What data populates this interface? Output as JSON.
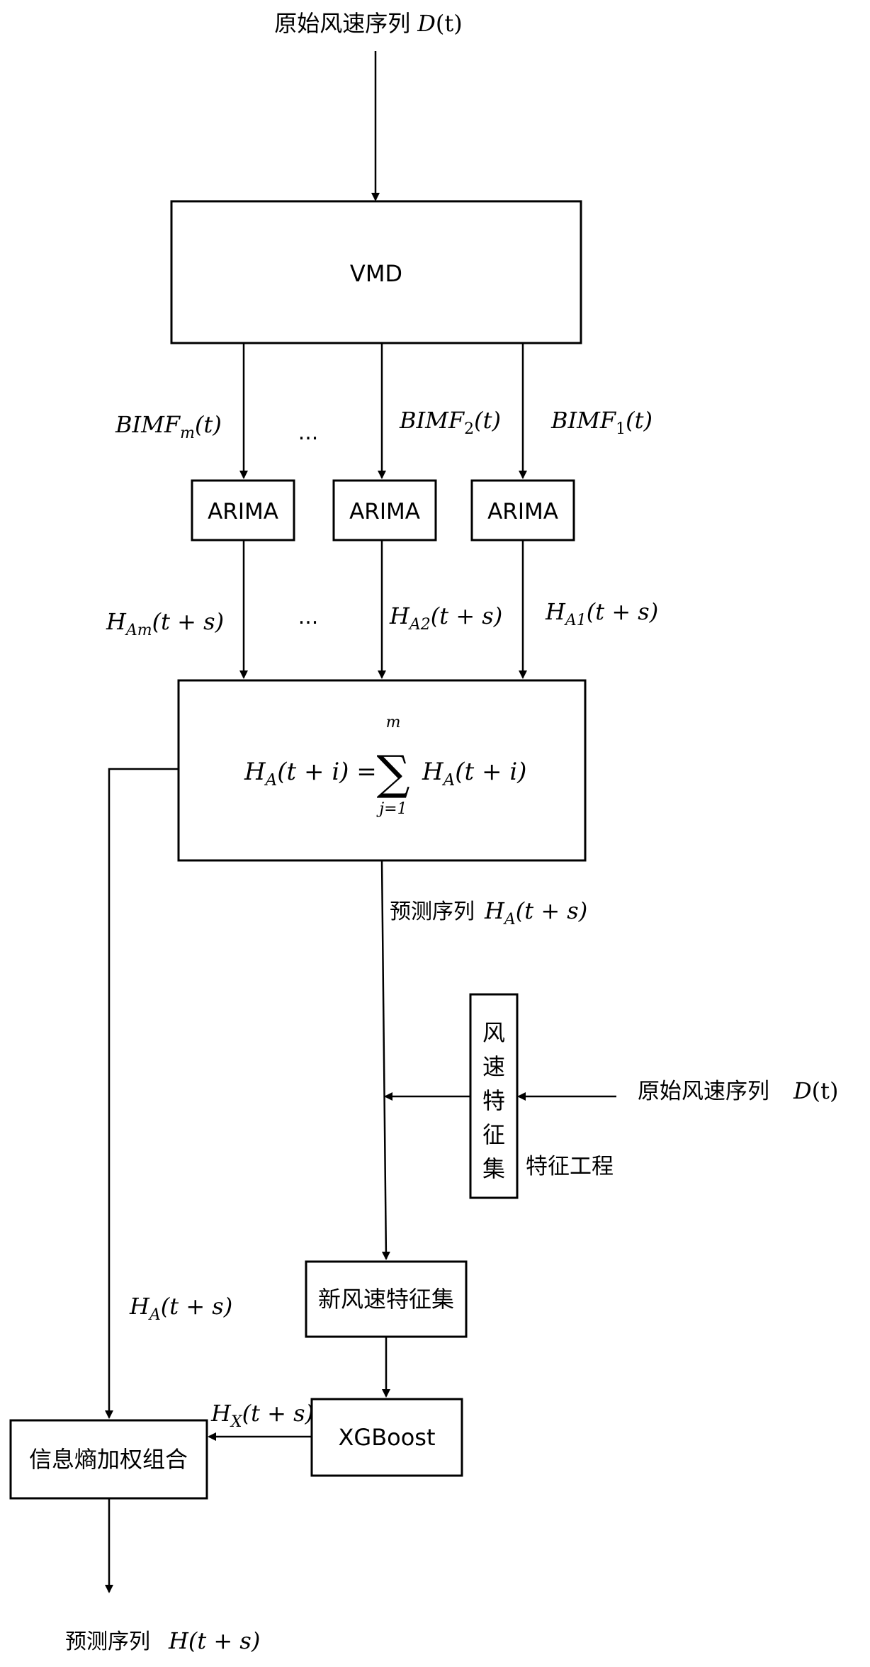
{
  "diagram": {
    "input_top": {
      "text": "原始风速序列",
      "symbol": "D",
      "arg": "(t)"
    },
    "vmd": "VMD",
    "imf_labels": {
      "m": {
        "base": "BIMF",
        "sub": "m",
        "arg": "(t)"
      },
      "two": {
        "base": "BIMF",
        "sub": "2",
        "arg": "(t)"
      },
      "one": {
        "base": "BIMF",
        "sub": "1",
        "arg": "(t)"
      }
    },
    "dots": "...",
    "arima": {
      "m": "ARIMA",
      "two": "ARIMA",
      "one": "ARIMA"
    },
    "h_labels": {
      "m": {
        "base": "H",
        "sub": "Am",
        "arg": "(t + s)"
      },
      "two": {
        "base": "H",
        "sub": "A2",
        "arg": "(t + s)"
      },
      "one": {
        "base": "H",
        "sub": "A1",
        "arg": "(t + s)"
      }
    },
    "sum_formula": {
      "lhs_base": "H",
      "lhs_sub": "A",
      "lhs_arg": "(t + i) =",
      "upper": "m",
      "sigma": "∑",
      "lower": "j=1",
      "rhs_base": "H",
      "rhs_sub": "A",
      "rhs_arg": "(t + i)"
    },
    "forecast_seq": {
      "text": "预测序列",
      "base": "H",
      "sub": "A",
      "arg": "(t + s)"
    },
    "feature_box_chars": [
      "风",
      "速",
      "特",
      "征",
      "集"
    ],
    "input_right": {
      "text": "原始风速序列",
      "symbol": "D",
      "arg": "(t)"
    },
    "feature_engineering": "特征工程",
    "left_label": {
      "base": "H",
      "sub": "A",
      "arg": "(t + s)"
    },
    "new_feature_set": "新风速特征集",
    "xgboost": "XGBoost",
    "hx_label": {
      "base": "H",
      "sub": "X",
      "arg": "(t + s)"
    },
    "combine": "信息熵加权组合",
    "output": {
      "text": "预测序列",
      "base": "H",
      "arg": "(t + s)"
    }
  }
}
